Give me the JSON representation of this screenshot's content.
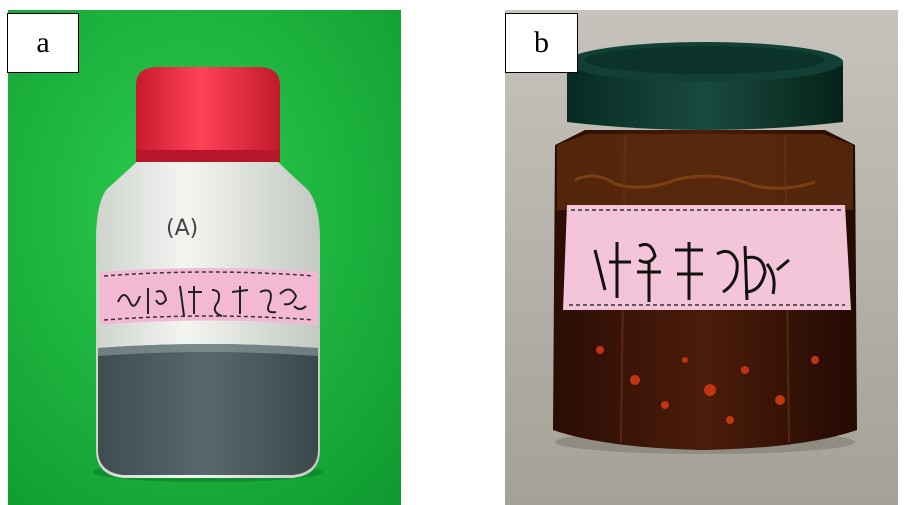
{
  "panels": [
    {
      "id": "a",
      "label": "a"
    },
    {
      "id": "b",
      "label": "b"
    }
  ],
  "photo_a": {
    "background_color": "#17b83c",
    "cap_color": "#e8233a",
    "bottle_color": "#e6e9e4",
    "liquid_color": "#4a5a5e",
    "sticker_color": "#f3b9d2",
    "cap_text": "(A)"
  },
  "photo_b": {
    "background_color": "#b3b0a6",
    "lid_color": "#0d3a2e",
    "contents_color": "#3a1508",
    "sticker_color": "#f4c4d8"
  }
}
